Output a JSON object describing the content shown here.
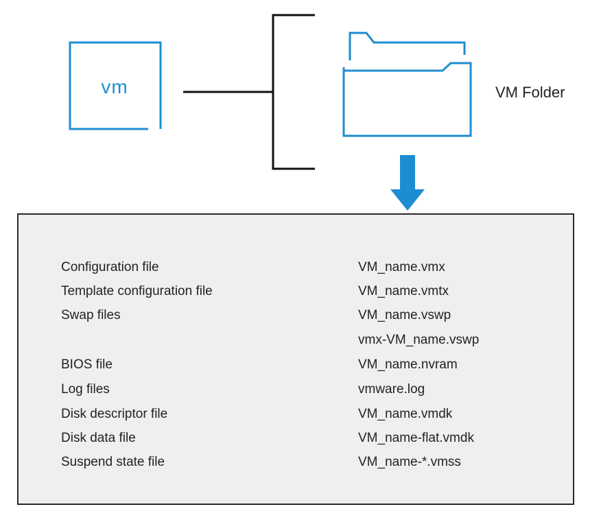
{
  "vm_icon": {
    "label": "vm",
    "color": "#1d8dd2"
  },
  "folder": {
    "label": "VM Folder",
    "icon": "folder-icon",
    "color": "#1d8dd2"
  },
  "arrow": {
    "icon": "arrow-down-icon",
    "color": "#1d8dd2"
  },
  "files": [
    {
      "type": "Configuration file",
      "name": "VM_name.vmx"
    },
    {
      "type": "Template configuration file",
      "name": "VM_name.vmtx"
    },
    {
      "type": "Swap files",
      "name": "VM_name.vswp"
    },
    {
      "type": "",
      "name": "vmx-VM_name.vswp"
    },
    {
      "type": "BIOS file",
      "name": "VM_name.nvram"
    },
    {
      "type": "Log files",
      "name": "vmware.log"
    },
    {
      "type": "Disk descriptor file",
      "name": "VM_name.vmdk"
    },
    {
      "type": "Disk data file",
      "name": "VM_name-flat.vmdk"
    },
    {
      "type": "Suspend state file",
      "name": "VM_name-*.vmss"
    }
  ],
  "colors": {
    "accent": "#1d8dd2",
    "box_background": "#efefef",
    "line": "#111111"
  }
}
